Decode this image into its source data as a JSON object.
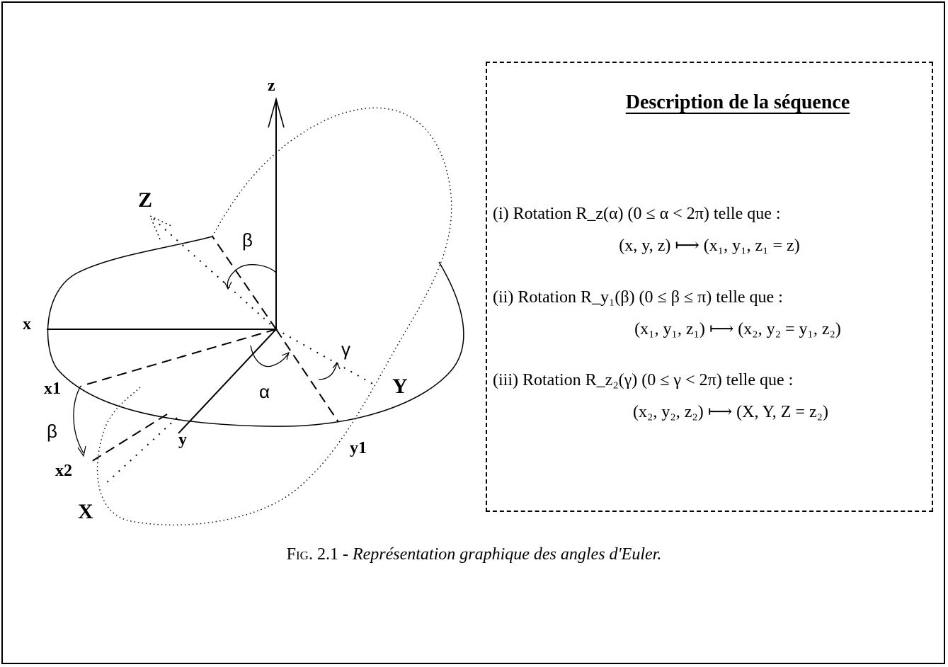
{
  "diagram": {
    "labels": {
      "z": "z",
      "Z": "Z",
      "x": "x",
      "x1": "x1",
      "x2": "x2",
      "X": "X",
      "y": "y",
      "y1": "y1",
      "Y": "Y",
      "alpha": "α",
      "beta_top": "β",
      "beta_left": "β",
      "gamma": "γ"
    }
  },
  "description": {
    "title": "Description de la séquence",
    "steps": [
      {
        "head": "(i) Rotation R_z(α) (0 ≤ α < 2π) telle que :",
        "map": "(x, y, z) ⟼ (x₁, y₁, z₁ = z)"
      },
      {
        "head": "(ii) Rotation R_y₁(β) (0 ≤ β ≤ π) telle que :",
        "map": "(x₁, y₁, z₁) ⟼ (x₂, y₂ = y₁, z₂)"
      },
      {
        "head": "(iii) Rotation R_z₂(γ) (0 ≤ γ < 2π) telle que :",
        "map": "(x₂, y₂, z₂) ⟼ (X, Y, Z = z₂)"
      }
    ]
  },
  "caption": {
    "fig": "Fig. 2.1 -",
    "text": "Représentation graphique des angles d'Euler."
  }
}
